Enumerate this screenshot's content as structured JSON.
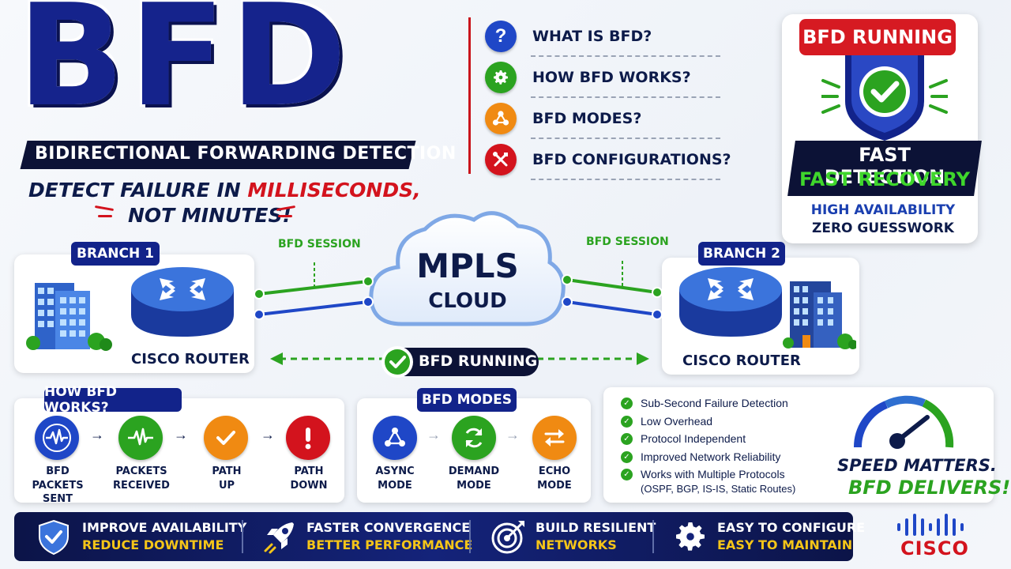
{
  "hero": {
    "title": "BFD",
    "subtitle": "BIDIRECTIONAL FORWARDING DETECTION",
    "tagline_part1": "DETECT FAILURE IN ",
    "tagline_highlight": "MILLISECONDS,",
    "tagline_part2": "NOT MINUTES!"
  },
  "questions": [
    {
      "label": "WHAT IS BFD?",
      "icon": "question-icon",
      "color": "#1f47c7"
    },
    {
      "label": "HOW BFD WORKS?",
      "icon": "gear-icon",
      "color": "#2ba320"
    },
    {
      "label": "BFD MODES?",
      "icon": "network-icon",
      "color": "#f08a12"
    },
    {
      "label": "BFD CONFIGURATIONS?",
      "icon": "tools-icon",
      "color": "#d3131d"
    }
  ],
  "status": {
    "banner": "BFD RUNNING",
    "fast_detection": "FAST DETECTION",
    "fast_recovery": "FAST RECOVERY",
    "high_availability": "HIGH AVAILABILITY",
    "zero_guesswork": "ZERO GUESSWORK"
  },
  "topology": {
    "branch1": {
      "tag": "BRANCH 1",
      "router": "CISCO ROUTER"
    },
    "branch2": {
      "tag": "BRANCH 2",
      "router": "CISCO ROUTER"
    },
    "session_left": "BFD SESSION",
    "session_right": "BFD SESSION",
    "cloud_line1": "MPLS",
    "cloud_line2": "CLOUD",
    "running": "BFD RUNNING"
  },
  "how_works": {
    "tag": "HOW BFD WORKS?",
    "steps": [
      {
        "line1": "BFD PACKETS",
        "line2": "SENT",
        "icon": "pulse-icon",
        "color": "#1f47c7"
      },
      {
        "line1": "PACKETS",
        "line2": "RECEIVED",
        "icon": "pulse-icon",
        "color": "#2ba320"
      },
      {
        "line1": "PATH",
        "line2": "UP",
        "icon": "check-icon",
        "color": "#f08a12"
      },
      {
        "line1": "PATH",
        "line2": "DOWN",
        "icon": "alert-icon",
        "color": "#d3131d"
      }
    ]
  },
  "modes": {
    "tag": "BFD MODES",
    "items": [
      {
        "line1": "ASYNC",
        "line2": "MODE",
        "icon": "network-icon",
        "color": "#1f47c7"
      },
      {
        "line1": "DEMAND",
        "line2": "MODE",
        "icon": "refresh-icon",
        "color": "#2ba320"
      },
      {
        "line1": "ECHO",
        "line2": "MODE",
        "icon": "swap-icon",
        "color": "#f08a12"
      }
    ]
  },
  "benefits": [
    "Sub-Second Failure Detection",
    "Low Overhead",
    "Protocol Independent",
    "Improved Network Reliability",
    "Works with Multiple Protocols",
    "(OSPF, BGP, IS-IS, Static Routes)"
  ],
  "speed": {
    "line1": "SPEED MATTERS.",
    "line2": "BFD DELIVERS!"
  },
  "footer": [
    {
      "title": "IMPROVE AVAILABILITY",
      "sub": "REDUCE DOWNTIME",
      "icon": "shield-icon"
    },
    {
      "title": "FASTER CONVERGENCE",
      "sub": "BETTER PERFORMANCE",
      "icon": "rocket-icon"
    },
    {
      "title": "BUILD RESILIENT",
      "sub": "NETWORKS",
      "icon": "target-icon"
    },
    {
      "title": "EASY TO CONFIGURE",
      "sub": "EASY TO MAINTAIN",
      "icon": "gear-icon"
    }
  ],
  "brand": {
    "name": "CISCO"
  }
}
